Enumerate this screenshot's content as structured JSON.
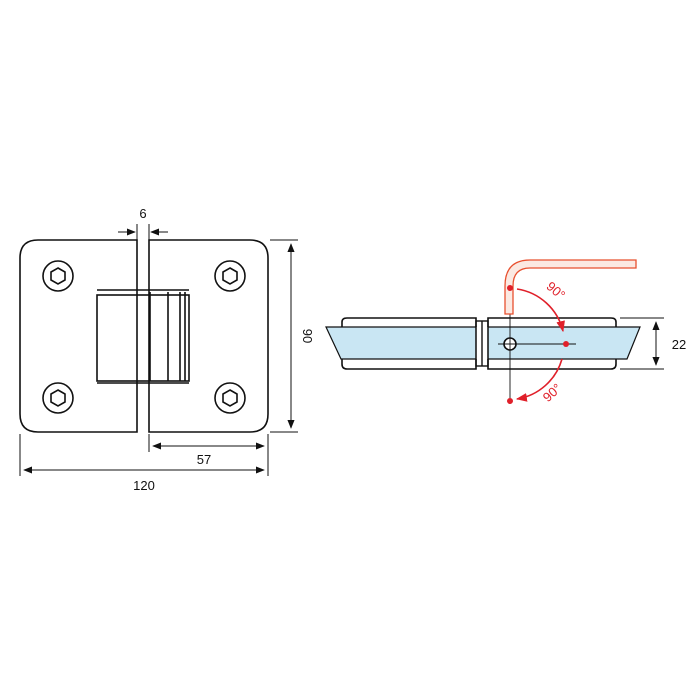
{
  "front_view": {
    "dim_gap": "6",
    "dim_height": "90",
    "dim_half_width": "57",
    "dim_total_width": "120"
  },
  "side_view": {
    "dim_thickness": "22",
    "angle_upper": "90°",
    "angle_lower": "90°"
  },
  "colors": {
    "line": "#111111",
    "glass": "#c9e6f3",
    "accent": "#e0202a",
    "key": "#e8502f"
  }
}
